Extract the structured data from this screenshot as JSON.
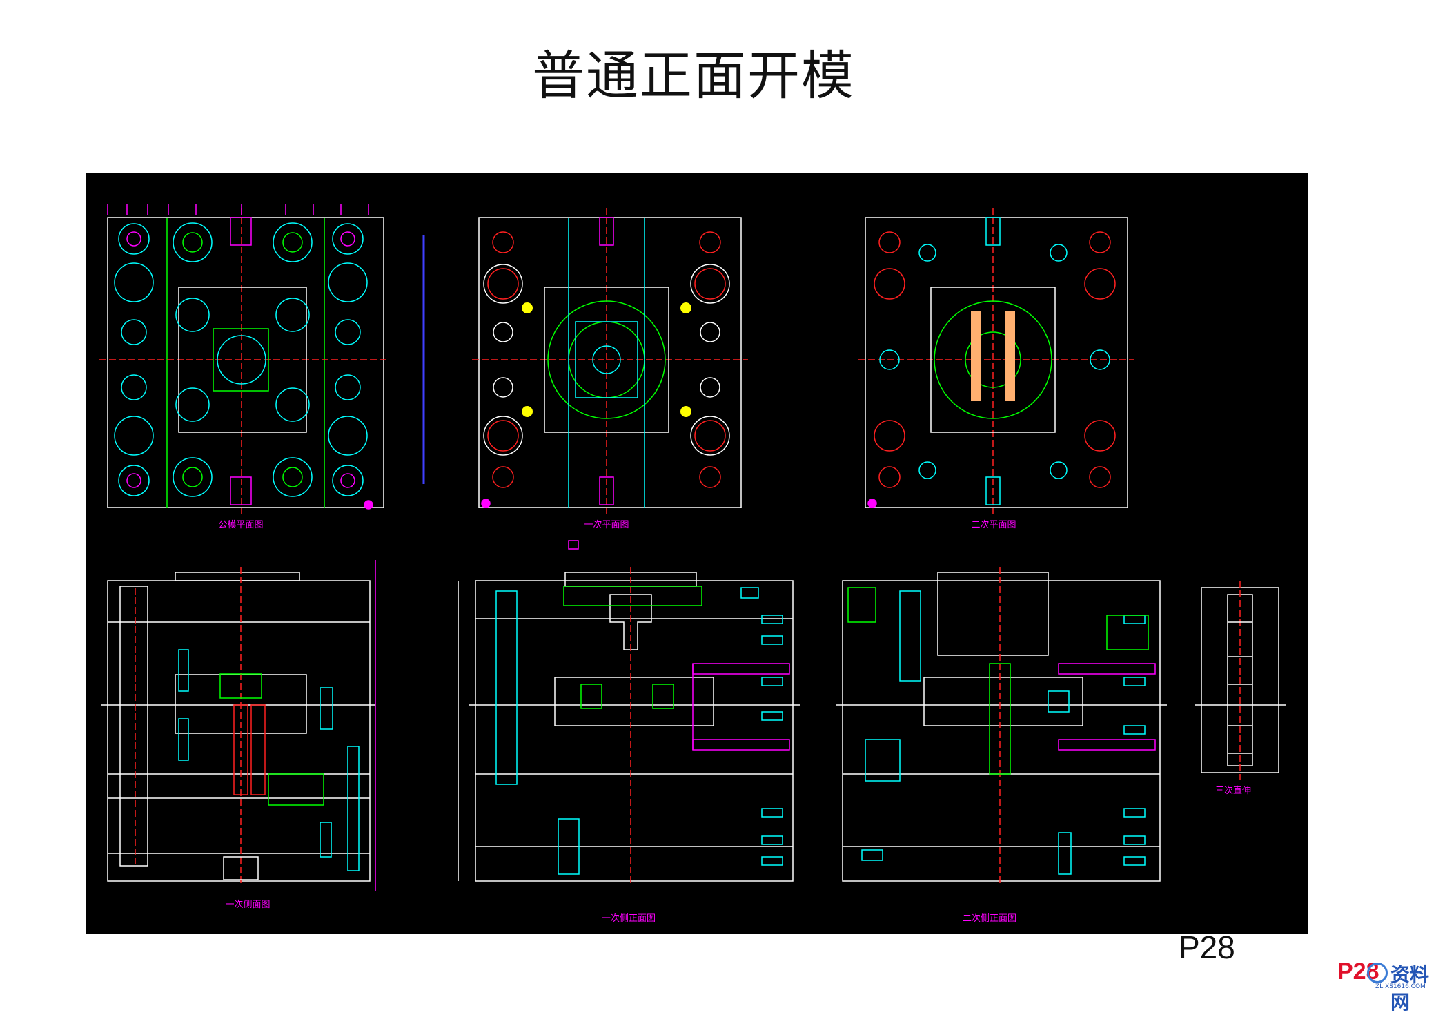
{
  "slide": {
    "title": "普通正面开模",
    "page_number": "P28"
  },
  "cad": {
    "background": "#000000",
    "views": {
      "top_1": "公模平面图",
      "top_2": "一次平面图",
      "top_3": "二次平面图",
      "bottom_1": "一次侧面图",
      "bottom_2": "一次侧正面图",
      "bottom_3": "二次侧正面图",
      "detail": "三次直伸"
    },
    "colors": {
      "outline": "#ffffff",
      "center_line": "#ff2020",
      "cyan": "#00ffff",
      "green": "#00ff00",
      "magenta": "#ff00ff",
      "yellow": "#ffff00",
      "blue": "#4040ff",
      "orange": "#ffb070"
    }
  },
  "watermark": {
    "prefix": "P28",
    "site_name": "资料网",
    "site_url": "ZL.XS1616.COM"
  }
}
